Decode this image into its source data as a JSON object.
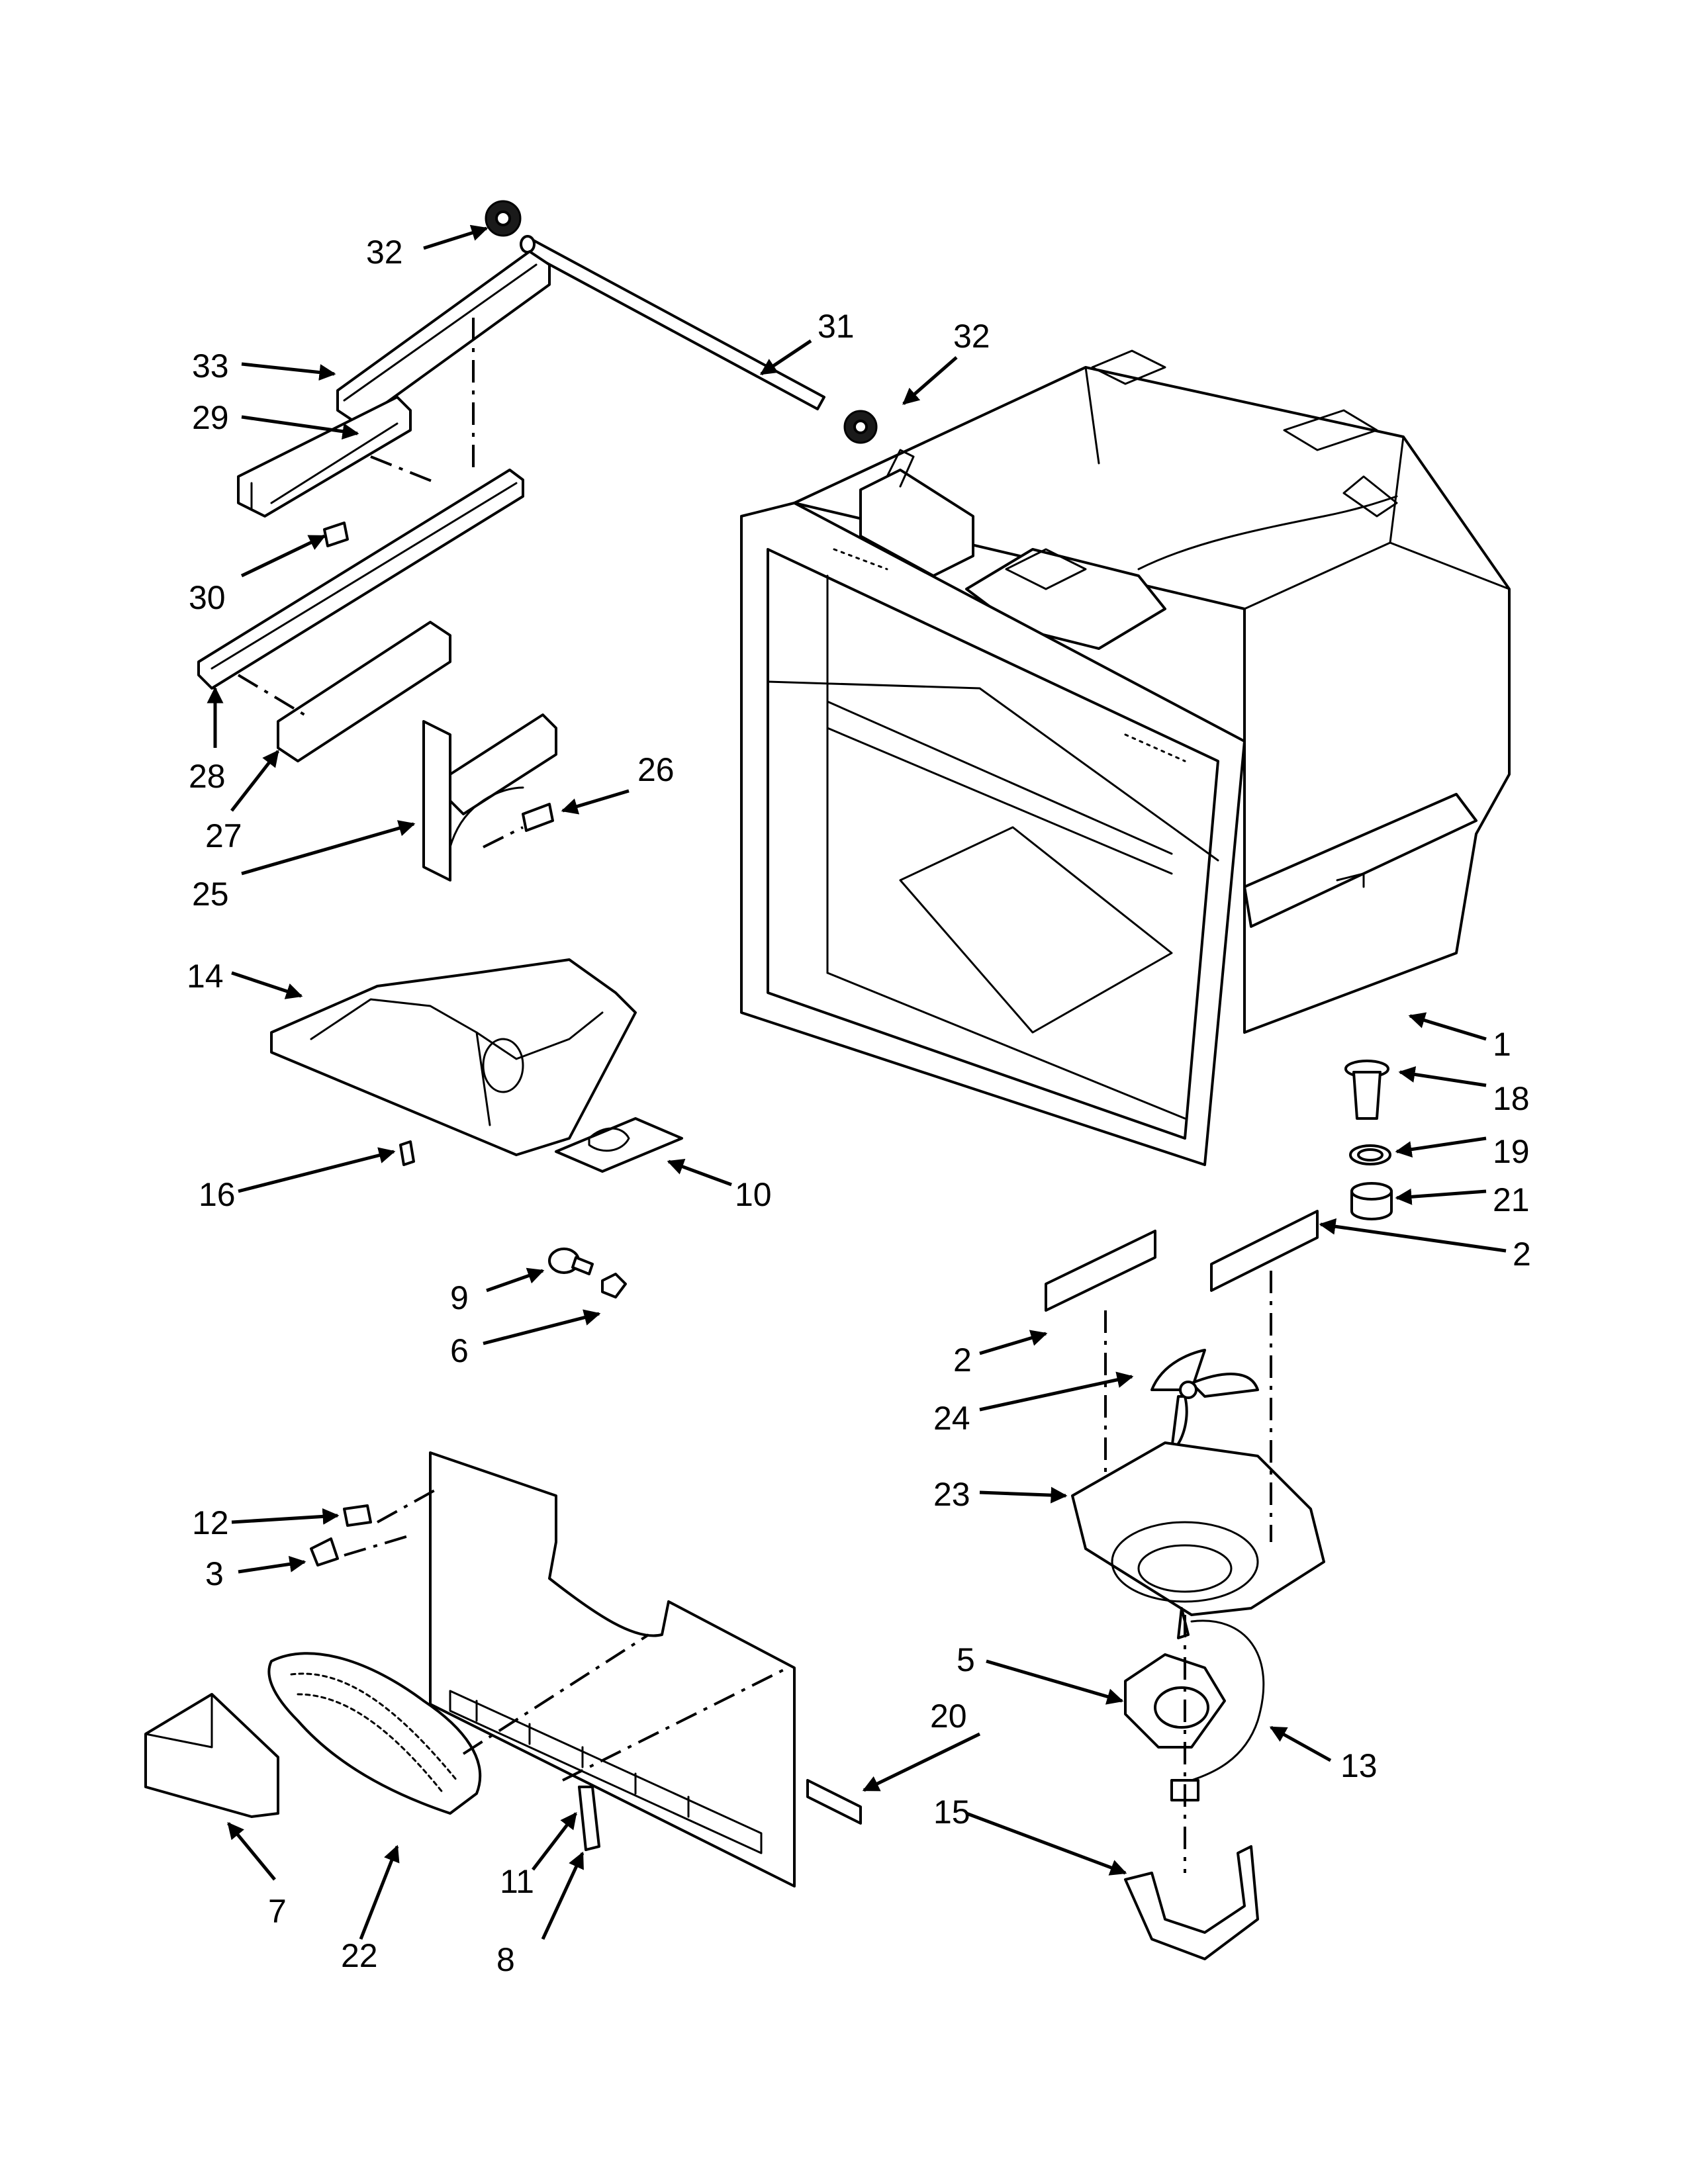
{
  "callouts": {
    "c1": "1",
    "c2a": "2",
    "c2b": "2",
    "c3": "3",
    "c5": "5",
    "c6": "6",
    "c7": "7",
    "c8": "8",
    "c9": "9",
    "c10": "10",
    "c11": "11",
    "c12": "12",
    "c13": "13",
    "c14": "14",
    "c15": "15",
    "c16": "16",
    "c18": "18",
    "c19": "19",
    "c20": "20",
    "c21": "21",
    "c22": "22",
    "c23": "23",
    "c24": "24",
    "c25": "25",
    "c26": "26",
    "c27": "27",
    "c28": "28",
    "c29": "29",
    "c30": "30",
    "c31": "31",
    "c32a": "32",
    "c32b": "32",
    "c33": "33"
  }
}
